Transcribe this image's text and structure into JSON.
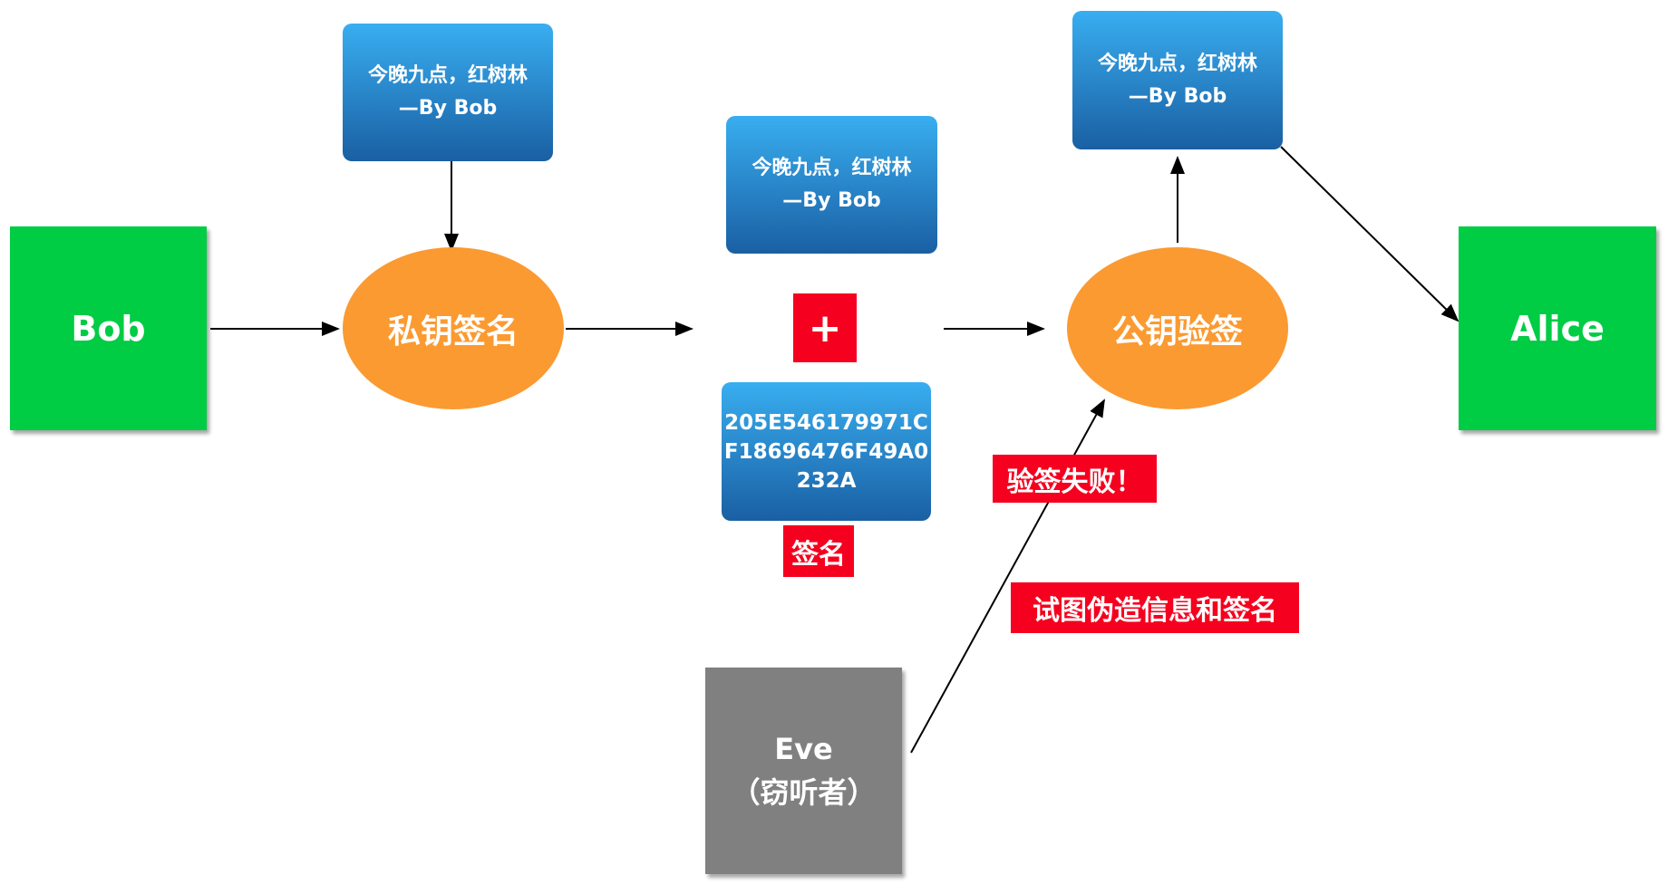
{
  "nodes": {
    "bob": "Bob",
    "alice": "Alice",
    "eve_name": "Eve",
    "eve_role": "（窃听者）",
    "sign": "私钥签名",
    "verify": "公钥验签",
    "message_line1": "今晚九点，红树林",
    "message_line2": "—By Bob",
    "plus": "+",
    "signature_lines": [
      "205E546179971C",
      "F18696476F49A0",
      "232A"
    ],
    "signature_label": "签名",
    "fail_label": "验签失败！",
    "forge_label": "试图伪造信息和签名"
  },
  "colors": {
    "green": "#00cc44",
    "orange": "#fb9a31",
    "red": "#f5001e",
    "blue": "#1f7fd0",
    "gray": "#808080"
  }
}
